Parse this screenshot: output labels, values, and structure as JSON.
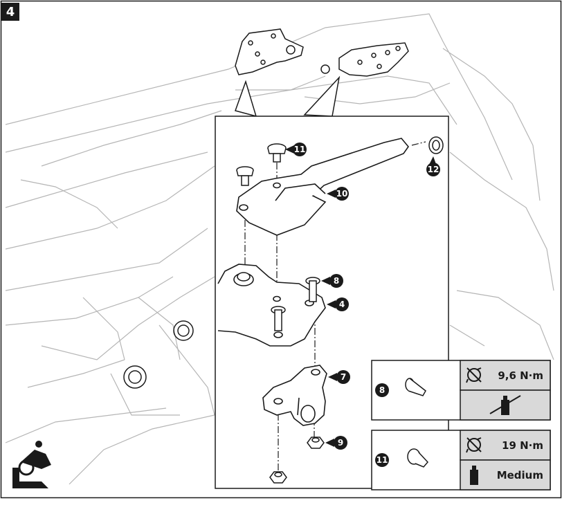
{
  "step": {
    "number": "4"
  },
  "callouts": [
    {
      "id": "11",
      "label": "11"
    },
    {
      "id": "10",
      "label": "10"
    },
    {
      "id": "12",
      "label": "12"
    },
    {
      "id": "8",
      "label": "8"
    },
    {
      "id": "4",
      "label": "4"
    },
    {
      "id": "7",
      "label": "7"
    },
    {
      "id": "9",
      "label": "9"
    }
  ],
  "specs": [
    {
      "part": "8",
      "torque": "9,6 N·m",
      "threadlock": "",
      "threadlock_icon": "no-threadlocker-icon"
    },
    {
      "part": "11",
      "torque": "19 N·m",
      "threadlock": "Medium",
      "threadlock_icon": "threadlocker-icon"
    }
  ],
  "colors": {
    "line": "#1a1a1a",
    "panel": "#d9d9d9",
    "ghost": "#b0b0b0"
  }
}
